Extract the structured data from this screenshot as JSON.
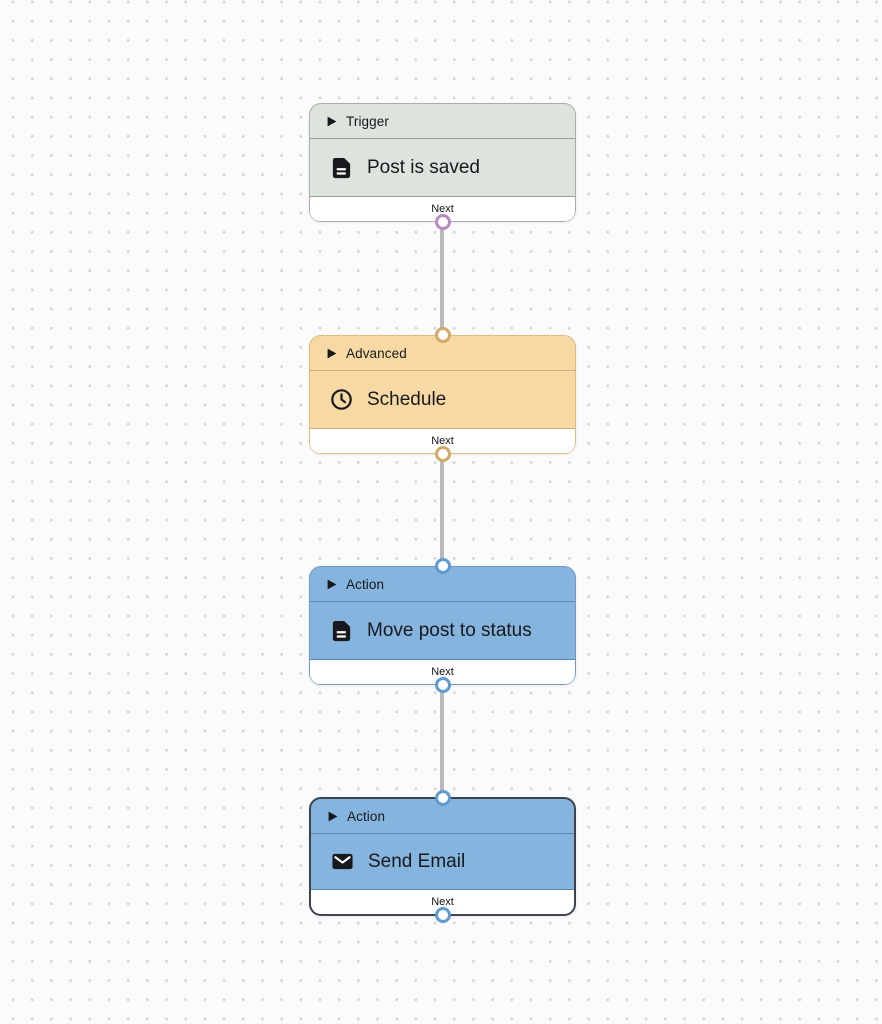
{
  "canvas": {
    "background": "#fbfbfb",
    "dot_color": "#d2d2d6",
    "connector_color": "#b8b8bd"
  },
  "nodes": [
    {
      "category": "Trigger",
      "category_icon": "play-icon",
      "title": "Post is saved",
      "icon": "document-icon",
      "next_label": "Next",
      "has_input": false,
      "selected": false,
      "colors": {
        "fill": "#dde3dd",
        "border": "#a9b0a9",
        "separator": "#99a199",
        "port": "#b58bc0"
      }
    },
    {
      "category": "Advanced",
      "category_icon": "play-icon",
      "title": "Schedule",
      "icon": "clock-icon",
      "next_label": "Next",
      "has_input": true,
      "selected": false,
      "colors": {
        "fill": "#f7daa3",
        "border": "#dcbc83",
        "separator": "#cbae7c",
        "port": "#d2a969"
      }
    },
    {
      "category": "Action",
      "category_icon": "play-icon",
      "title": "Move post to status",
      "icon": "document-icon",
      "next_label": "Next",
      "has_input": true,
      "selected": false,
      "colors": {
        "fill": "#85b4df",
        "border": "#6e9bc6",
        "separator": "#5e86ad",
        "port": "#5f9bd1"
      }
    },
    {
      "category": "Action",
      "category_icon": "play-icon",
      "title": "Send Email",
      "icon": "mail-icon",
      "next_label": "Next",
      "has_input": true,
      "selected": true,
      "colors": {
        "fill": "#85b4df",
        "border": "#3d444e",
        "separator": "#5e86ad",
        "port": "#5f9bd1"
      }
    }
  ]
}
